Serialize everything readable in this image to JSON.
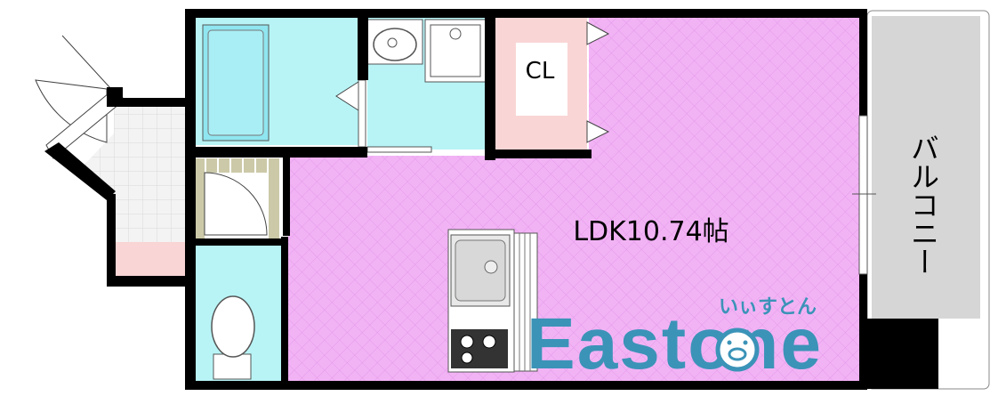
{
  "plan": {
    "closet_label": "CL",
    "ldk_label": "LDK10.74帖",
    "balcony_label": "バルコニー"
  },
  "logo": {
    "main": "Eastone",
    "kana": "いぃすとん"
  },
  "colors": {
    "ldk_floor": "#f2b3f5",
    "closet_floor": "#f9d5d5",
    "wet_area_floor": "#b8f4f6",
    "balcony_floor": "#d6d6d6",
    "entrance_floor": "#f1f1f1",
    "wall": "#000000",
    "logo": "#3b93b8"
  }
}
